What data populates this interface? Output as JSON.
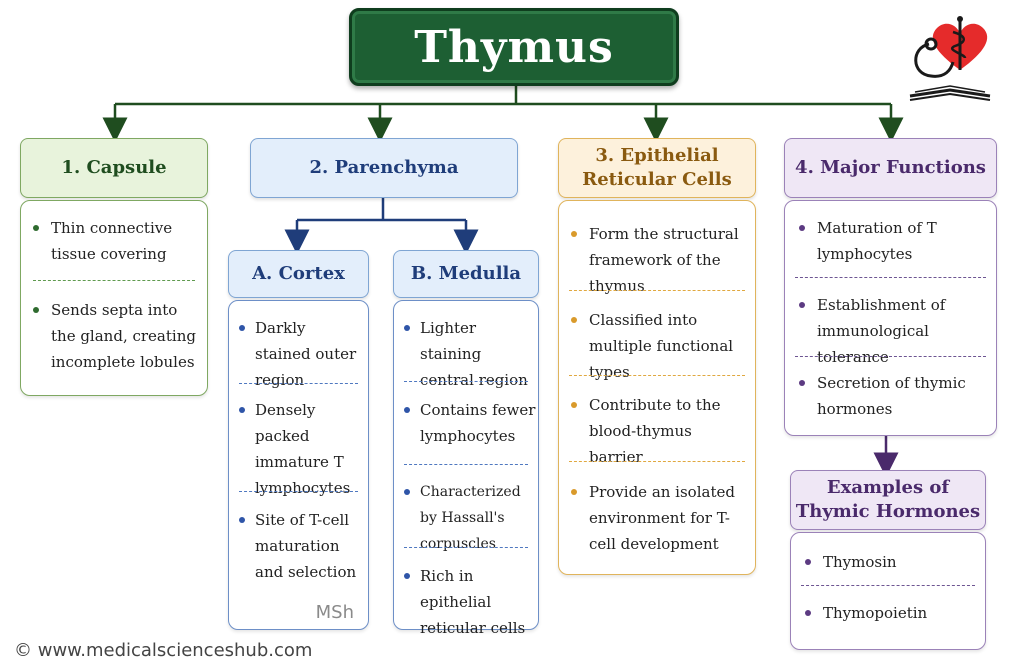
{
  "title": "Thymus",
  "capsule": {
    "header": "1. Capsule",
    "items": [
      "Thin connective tissue covering",
      "Sends septa into the gland, creating incomplete lobules"
    ]
  },
  "parenchyma": {
    "header": "2. Parenchyma",
    "cortex": {
      "header": "A. Cortex",
      "items": [
        "Darkly stained outer region",
        "Densely packed immature T lymphocytes",
        "Site of T-cell maturation and selection"
      ]
    },
    "medulla": {
      "header": "B. Medulla",
      "items": [
        "Lighter staining central region",
        "Contains fewer lymphocytes",
        "Characterized by Hassall's corpuscles",
        "Rich in epithelial reticular cells"
      ]
    }
  },
  "epithelial": {
    "header_line1": "3. Epithelial",
    "header_line2": "Reticular Cells",
    "items": [
      "Form the structural framework of the thymus",
      "Classified into multiple functional types",
      "Contribute to the blood-thymus barrier",
      "Provide an isolated environment for T-cell development"
    ]
  },
  "functions": {
    "header": "4. Major Functions",
    "items": [
      "Maturation of T lymphocytes",
      "Establishment of immunological tolerance",
      "Secretion of thymic hormones"
    ]
  },
  "hormones": {
    "header_line1": "Examples of",
    "header_line2": "Thymic Hormones",
    "items": [
      "Thymosin",
      "Thymopoietin"
    ]
  },
  "watermark": "MSh",
  "copyright": "© www.medicalscienceshub.com",
  "logo_icon": "heart-stethoscope-book-icon",
  "colors": {
    "title_bg": "#1d5f33",
    "green": "#7fa862",
    "blue": "#6d8fc7",
    "orange": "#e0b45c",
    "purple": "#9b82b8"
  }
}
